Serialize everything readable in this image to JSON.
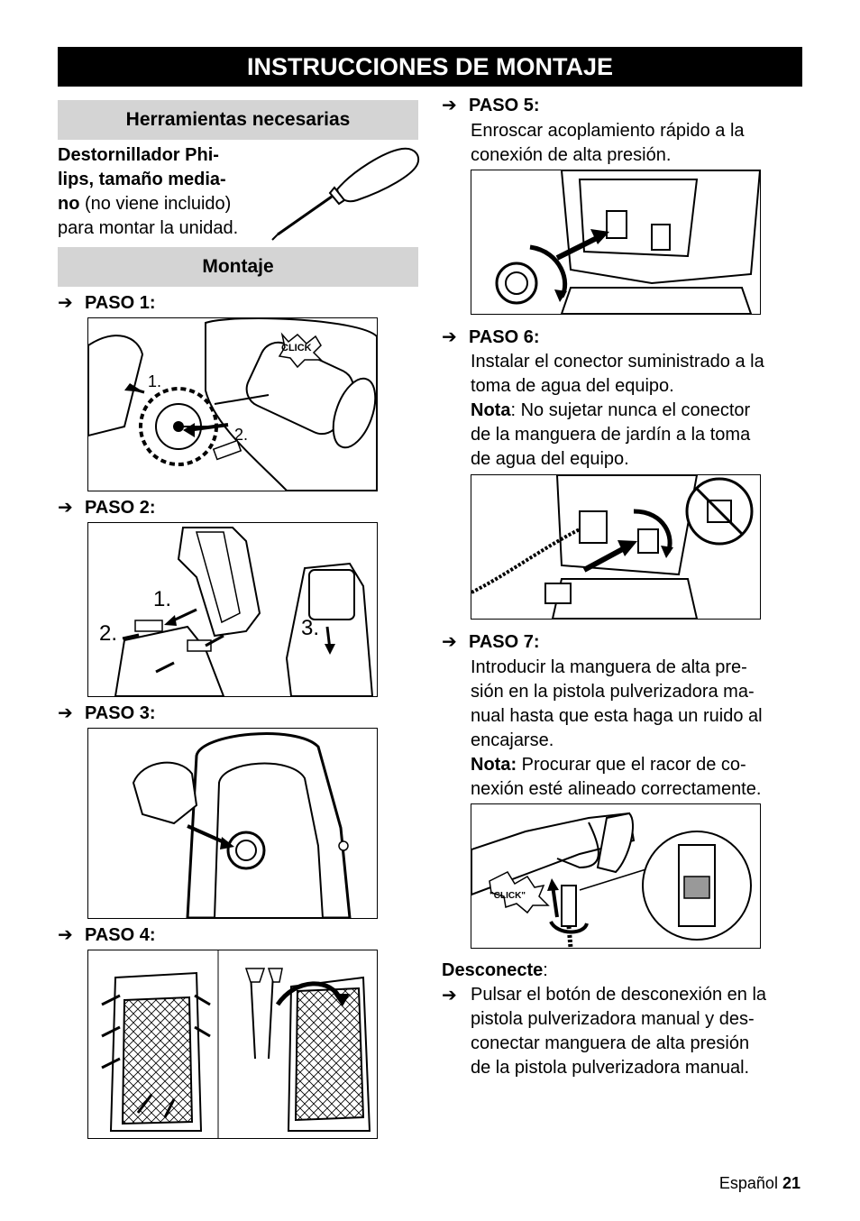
{
  "header": {
    "title": "INSTRUCCIONES DE MONTAJE"
  },
  "tools": {
    "heading": "Herramientas necesarias",
    "line1": "Destornillador Phi-",
    "line2": "lips, tamaño media-",
    "line3_bold": "no",
    "line3_rest": " (no viene incluido)",
    "line4": "para montar la unidad."
  },
  "montaje": {
    "heading": "Montaje"
  },
  "arrow": "➔",
  "steps": {
    "s1": {
      "label": "PASO 1:",
      "callout1": "1.",
      "callout2": "2.",
      "click": "CLICK"
    },
    "s2": {
      "label": "PASO 2:",
      "callout1": "1.",
      "callout2": "2.",
      "callout3": "3."
    },
    "s3": {
      "label": "PASO 3:"
    },
    "s4": {
      "label": "PASO 4:"
    },
    "s5": {
      "label": "PASO 5:",
      "l1": "Enroscar acoplamiento rápido a la",
      "l2": "conexión de alta presión."
    },
    "s6": {
      "label": "PASO 6:",
      "l1": "Instalar el conector suministrado a la",
      "l2": "toma de agua del equipo.",
      "nota": "Nota",
      "l3": ": No sujetar nunca el conector",
      "l4": "de la manguera de jardín a la toma",
      "l5": "de agua del equipo."
    },
    "s7": {
      "label": "PASO 7:",
      "l1": "Introducir la manguera de alta pre-",
      "l2": "sión en la pistola pulverizadora ma-",
      "l3": "nual hasta que esta haga un ruido al",
      "l4": "encajarse.",
      "nota": "Nota:",
      "l5": " Procurar que el racor de co-",
      "l6": "nexión esté alineado correctamente.",
      "click": "\"CLICK\""
    }
  },
  "disconnect": {
    "heading": "Desconecte",
    "colon": ":",
    "l1": "Pulsar el botón de desconexión en la",
    "l2": "pistola pulverizadora manual y des-",
    "l3": "conectar manguera de alta presión",
    "l4": "de la pistola pulverizadora manual."
  },
  "footer": {
    "lang": "Español",
    "page": "21"
  }
}
